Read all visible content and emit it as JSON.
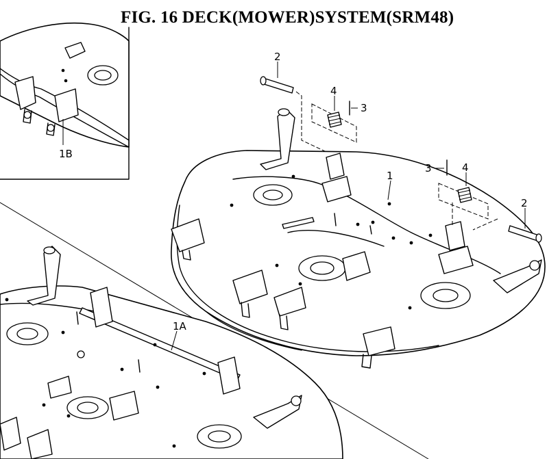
{
  "figure": {
    "title": "FIG. 16  DECK(MOWER)SYSTEM(SRM48)"
  },
  "callouts": {
    "inset_label": "1B",
    "lower_deck_label": "1A",
    "deck_label": "1",
    "pin_left_label": "2",
    "pin_right_label": "2",
    "cotter_left_label": "3",
    "cotter_right_label": "3",
    "spring_left_label": "4",
    "spring_right_label": "4"
  }
}
